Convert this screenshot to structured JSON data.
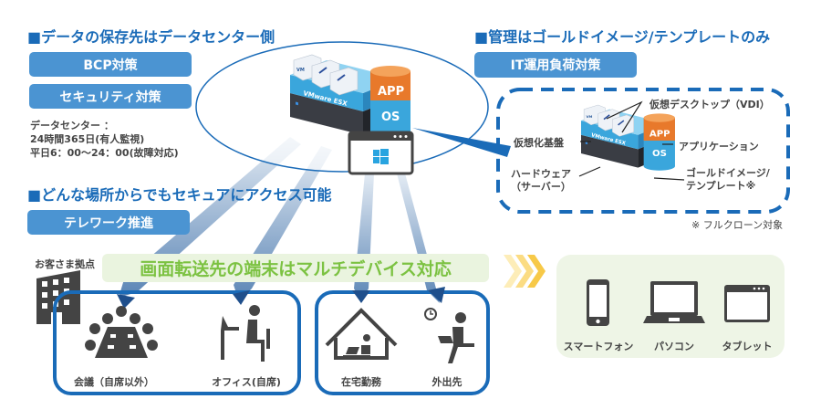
{
  "left": {
    "heading": "■データの保存先はデータセンター側",
    "pills": [
      "BCP対策",
      "セキュリティ対策"
    ],
    "datacenter_lines": [
      "データセンター ：",
      "24時間365日(有人監視)",
      "平日6：00～24：00(故障対応)"
    ],
    "heading2": "■どんな場所からでもセキュアにアクセス可能",
    "telework_pill": "テレワーク推進"
  },
  "right": {
    "heading": "■管理はゴールドイメージ/テンプレートのみ",
    "pill": "IT運用負荷対策",
    "labels": {
      "vdi": "仮想デスクトップ（VDI）",
      "virtualization": "仮想化基盤",
      "app": "アプリケーション",
      "hardware": [
        "ハードウェア",
        "（サーバー）"
      ],
      "golden": [
        "ゴールドイメージ/",
        "テンプレート※"
      ]
    },
    "footnote": "※ フルクローン対象"
  },
  "server": {
    "brand": "VMware ESX",
    "vm": "VM",
    "app": "APP",
    "os": "OS"
  },
  "customer_site": "お客さま拠点",
  "banner": "画面転送先の端末はマルチデバイス対応",
  "locations": [
    "会議（自席以外）",
    "オフィス(自席)",
    "在宅勤務",
    "外出先"
  ],
  "devices": [
    "スマートフォン",
    "パソコン",
    "タブレット"
  ],
  "colors": {
    "blue": "#1a6bb8",
    "pill": "#4b94d2",
    "green": "#7cc242",
    "orange": "#e8792b",
    "cyan": "#3aa6dc",
    "icon": "#444444",
    "chevron": "#f7c948"
  }
}
